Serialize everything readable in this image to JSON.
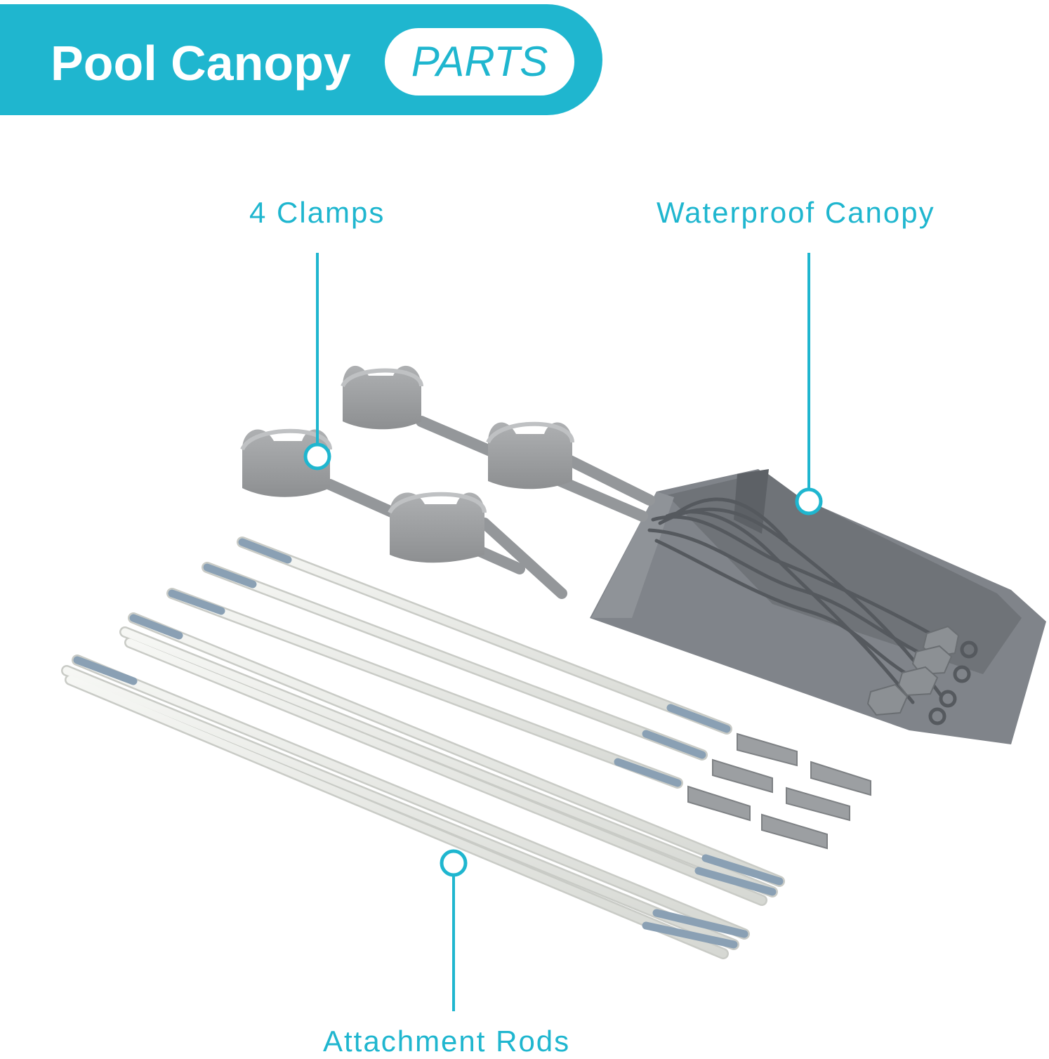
{
  "header": {
    "title": "Pool Canopy",
    "badge": "PARTS"
  },
  "labels": {
    "clamps": "4 Clamps",
    "canopy": "Waterproof Canopy",
    "rods": "Attachment Rods"
  },
  "colors": {
    "accent": "#1fb6cf",
    "clamp_gray": "#9a9c9e",
    "canopy_gray": "#7b7f84",
    "rod_white": "#eceee9"
  }
}
